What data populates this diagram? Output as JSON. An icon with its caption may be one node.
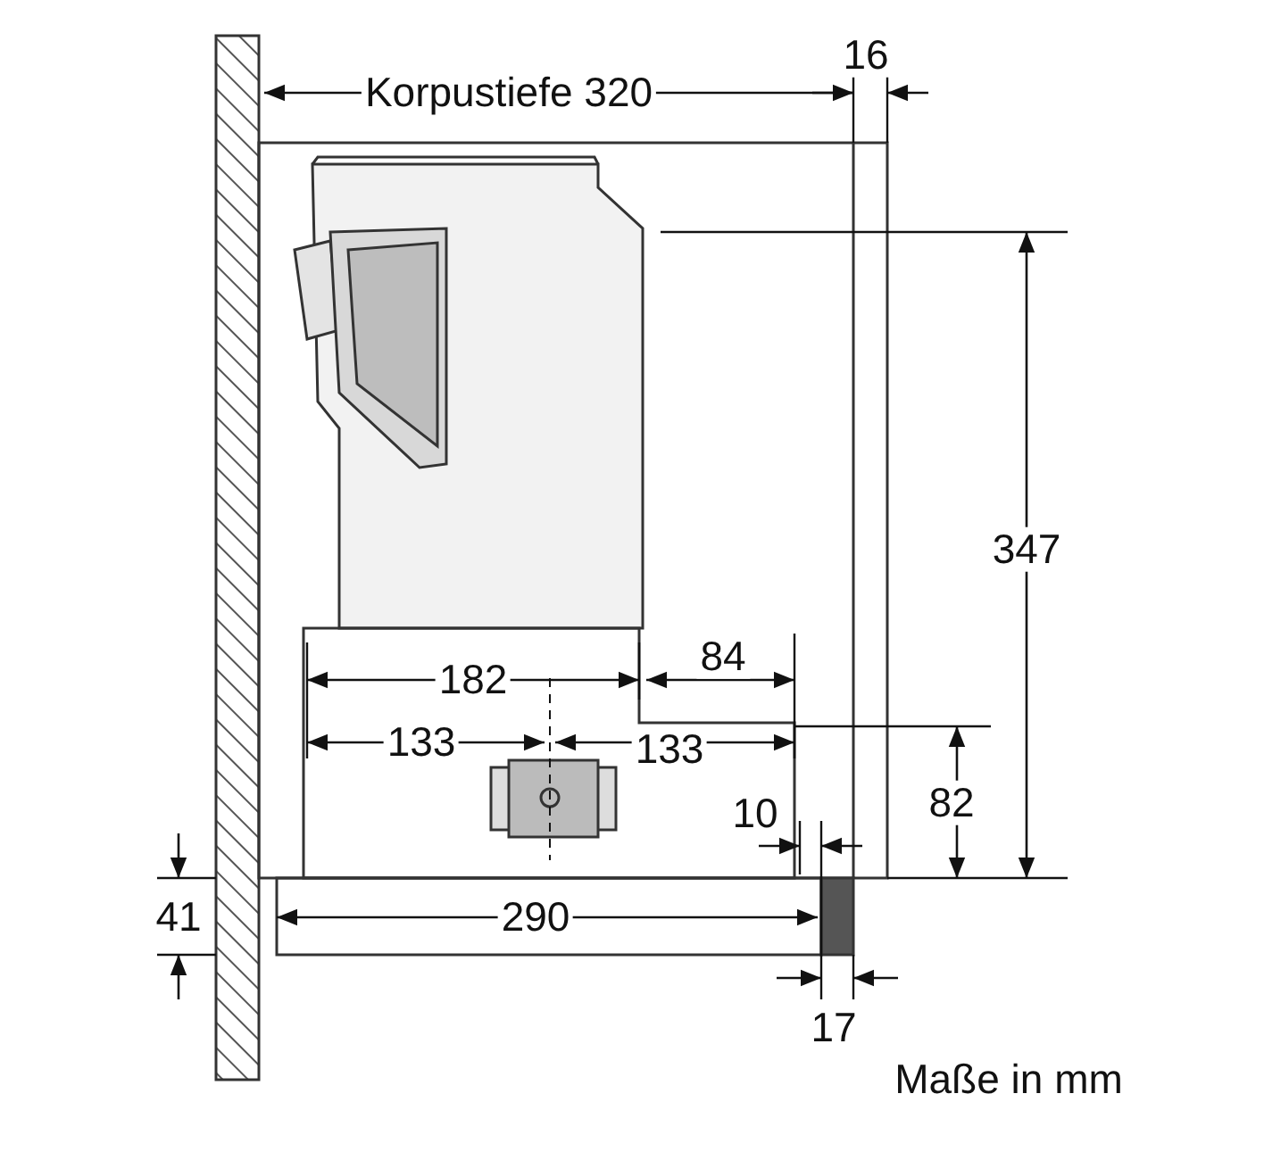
{
  "diagram": {
    "labels": [
      "Korpustiefe 320",
      "16",
      "347",
      "182",
      "84",
      "133",
      "133",
      "82",
      "10",
      "41",
      "290",
      "17",
      "Maße in mm"
    ]
  }
}
